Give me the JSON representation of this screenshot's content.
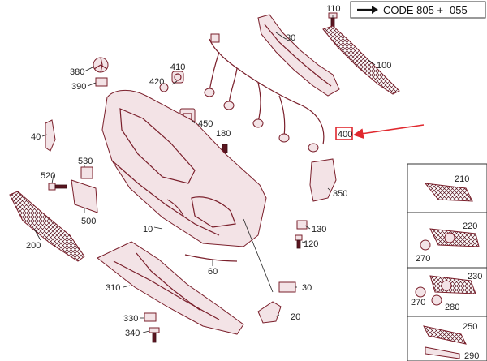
{
  "header": {
    "code_text": "CODE 805 +- 055"
  },
  "callouts": {
    "c110": "110",
    "c80": "80",
    "c100": "100",
    "c380": "380",
    "c390": "390",
    "c410": "410",
    "c420": "420",
    "c450": "450",
    "c180": "180",
    "c400": "400",
    "c40": "40",
    "c530": "530",
    "c520": "520",
    "c500": "500",
    "c200": "200",
    "c350": "350",
    "c130": "130",
    "c120": "120",
    "c10": "10",
    "c60": "60",
    "c310": "310",
    "c30": "30",
    "c20": "20",
    "c330": "330",
    "c340": "340",
    "c210": "210",
    "c220": "220",
    "c270a": "270",
    "c230": "230",
    "c270b": "270",
    "c280": "280",
    "c250": "250",
    "c290": "290"
  },
  "colors": {
    "highlight": "#e0282e",
    "part_stroke": "#7a1f2b",
    "part_fill": "#f3e3e6"
  }
}
